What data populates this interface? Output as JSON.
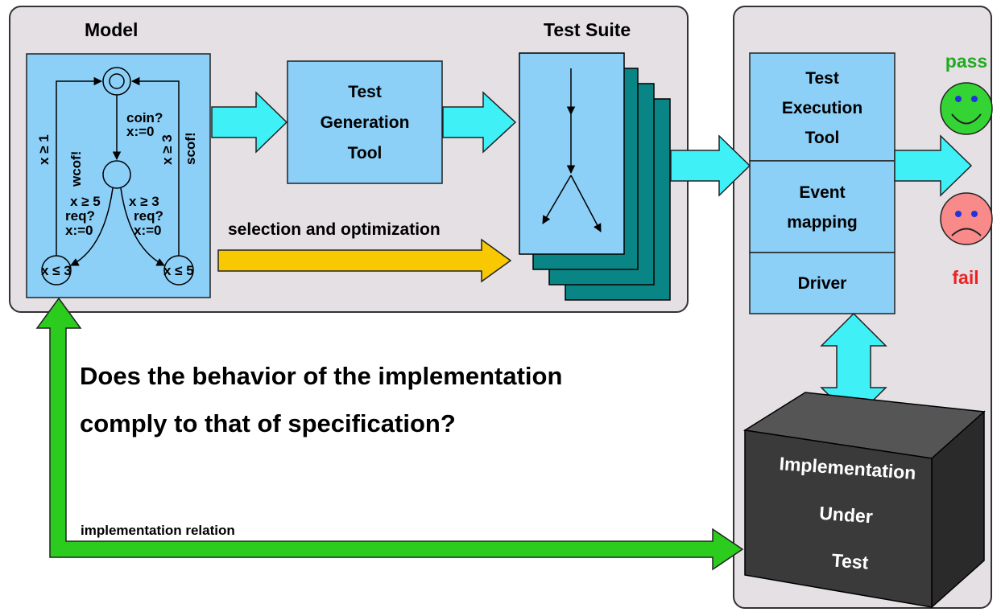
{
  "model_title": "Model",
  "test_suite_title": "Test Suite",
  "test_generation_tool": [
    "Test",
    "Generation",
    "Tool"
  ],
  "test_execution_tool": [
    "Test",
    "Execution",
    "Tool"
  ],
  "event_mapping": [
    "Event",
    "mapping"
  ],
  "driver": "Driver",
  "selection_label": "selection and optimization",
  "pass_label": "pass",
  "fail_label": "fail",
  "question": [
    "Does the behavior of the implementation",
    "comply to that of specification?"
  ],
  "implementation_relation": "implementation relation",
  "iut": [
    "Implementation",
    "Under",
    "Test"
  ],
  "automaton": {
    "coin": "coin?",
    "reset1": "x:=0",
    "x_ge_1": "x ≥ 1",
    "wcof": "wcof!",
    "x_ge_3_right": "x ≥ 3",
    "scof": "scof!",
    "x_ge_5": "x ≥ 5",
    "req_left": "req?",
    "reset_left": "x:=0",
    "x_ge_3": "x ≥ 3",
    "req_right": "req?",
    "reset_right": "x:=0",
    "inv_left": "x ≤ 3",
    "inv_right": "x ≤ 5"
  },
  "colors": {
    "panel": "#e4e0e4",
    "box": "#8ccff7",
    "cyan_arrow": "#3ff0f7",
    "yellow_arrow": "#f8c800",
    "green_arrow": "#2bcc1e",
    "teal_stack": "#0a8585",
    "iut_front": "#3a3a3a",
    "pass": "#22aa22",
    "fail": "#ee2222"
  }
}
